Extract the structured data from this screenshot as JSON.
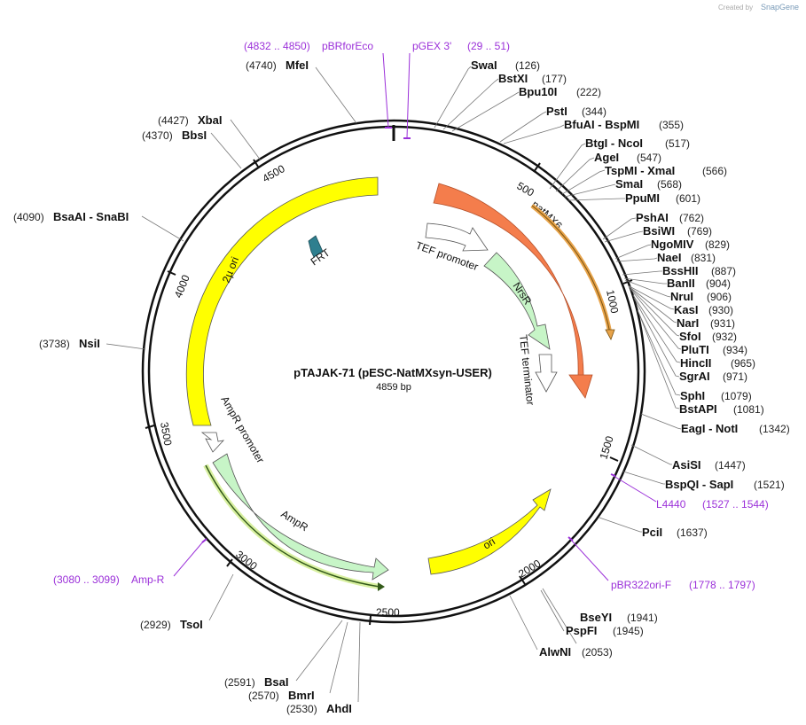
{
  "credit": {
    "prefix": "Created by",
    "brand": "SnapGene"
  },
  "plasmid": {
    "name": "pTAJAK-71 (pESC-NatMXsyn-USER)",
    "length": "4859 bp",
    "bp": 4859
  },
  "ticks": [
    "500",
    "1000",
    "1500",
    "2000",
    "2500",
    "3000",
    "3500",
    "4000",
    "4500"
  ],
  "enzymes": [
    {
      "name": "SwaI",
      "pos": "(126)"
    },
    {
      "name": "BstXI",
      "pos": "(177)"
    },
    {
      "name": "Bpu10I",
      "pos": "(222)"
    },
    {
      "name": "PstI",
      "pos": "(344)"
    },
    {
      "name": "BfuAI  -  BspMI",
      "pos": "(355)"
    },
    {
      "name": "BtgI  -  NcoI",
      "pos": "(517)"
    },
    {
      "name": "AgeI",
      "pos": "(547)"
    },
    {
      "name": "TspMI  -  XmaI",
      "pos": "(566)"
    },
    {
      "name": "SmaI",
      "pos": "(568)"
    },
    {
      "name": "PpuMI",
      "pos": "(601)"
    },
    {
      "name": "PshAI",
      "pos": "(762)"
    },
    {
      "name": "BsiWI",
      "pos": "(769)"
    },
    {
      "name": "NgoMIV",
      "pos": "(829)"
    },
    {
      "name": "NaeI",
      "pos": "(831)"
    },
    {
      "name": "BssHII",
      "pos": "(887)"
    },
    {
      "name": "BanII",
      "pos": "(904)"
    },
    {
      "name": "NruI",
      "pos": "(906)"
    },
    {
      "name": "KasI",
      "pos": "(930)"
    },
    {
      "name": "NarI",
      "pos": "(931)"
    },
    {
      "name": "SfoI",
      "pos": "(932)"
    },
    {
      "name": "PluTI",
      "pos": "(934)"
    },
    {
      "name": "HincII",
      "pos": "(965)"
    },
    {
      "name": "SgrAI",
      "pos": "(971)"
    },
    {
      "name": "SphI",
      "pos": "(1079)"
    },
    {
      "name": "BstAPI",
      "pos": "(1081)"
    },
    {
      "name": "EagI  -  NotI",
      "pos": "(1342)"
    },
    {
      "name": "AsiSI",
      "pos": "(1447)"
    },
    {
      "name": "BspQI  -  SapI",
      "pos": "(1521)"
    },
    {
      "name": "PciI",
      "pos": "(1637)"
    },
    {
      "name": "BseYI",
      "pos": "(1941)"
    },
    {
      "name": "PspFI",
      "pos": "(1945)"
    },
    {
      "name": "AlwNI",
      "pos": "(2053)"
    },
    {
      "name": "AhdI",
      "pos": "(2530)"
    },
    {
      "name": "BmrI",
      "pos": "(2570)"
    },
    {
      "name": "BsaI",
      "pos": "(2591)"
    },
    {
      "name": "TsoI",
      "pos": "(2929)"
    },
    {
      "name": "NsiI",
      "pos": "(3738)"
    },
    {
      "name": "BsaAI  -  SnaBI",
      "pos": "(4090)"
    },
    {
      "name": "BbsI",
      "pos": "(4370)"
    },
    {
      "name": "XbaI",
      "pos": "(4427)"
    },
    {
      "name": "MfeI",
      "pos": "(4740)"
    }
  ],
  "primers": [
    {
      "name": "pBRforEco",
      "range": "(4832 .. 4850)"
    },
    {
      "name": "pGEX 3'",
      "range": "(29 .. 51)"
    },
    {
      "name": "L4440",
      "range": "(1527 .. 1544)"
    },
    {
      "name": "pBR322ori-F",
      "range": "(1778 .. 1797)"
    },
    {
      "name": "Amp-R",
      "range": "(3080 .. 3099)"
    }
  ],
  "features": [
    {
      "name": "natMX6",
      "color": "#f47d4c"
    },
    {
      "name": "TEF promoter",
      "color": "#ffffff"
    },
    {
      "name": "NrsR",
      "color": "#c7f5c7"
    },
    {
      "name": "TEF terminator",
      "color": "#ffffff"
    },
    {
      "name": "ori",
      "color": "#ffff00"
    },
    {
      "name": "AmpR",
      "color": "#c7f5c7"
    },
    {
      "name": "AmpR promoter",
      "color": "#ffffff"
    },
    {
      "name": "2µ ori",
      "color": "#ffff00"
    },
    {
      "name": "FRT",
      "color": "#2f7f8f"
    }
  ],
  "colors": {
    "primer": "#9b30d9",
    "backbone": "#111111"
  }
}
